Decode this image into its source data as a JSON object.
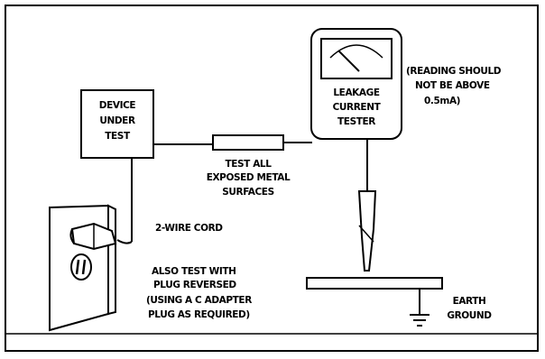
{
  "labels": {
    "device_line1": "DEVICE",
    "device_line2": "UNDER",
    "device_line3": "TEST",
    "tester_line1": "LEAKAGE",
    "tester_line2": "CURRENT",
    "tester_line3": "TESTER",
    "reading_line1": "(READING SHOULD",
    "reading_line2": "NOT BE ABOVE",
    "reading_line3": "0.5mA)",
    "probe_line1": "TEST ALL",
    "probe_line2": "EXPOSED METAL",
    "probe_line3": "SURFACES",
    "cord": "2-WIRE CORD",
    "reverse_line1": "ALSO TEST WITH",
    "reverse_line2": "PLUG REVERSED",
    "reverse_line3": "(USING A C ADAPTER",
    "reverse_line4": "PLUG AS REQUIRED)",
    "ground_line1": "EARTH",
    "ground_line2": "GROUND"
  }
}
